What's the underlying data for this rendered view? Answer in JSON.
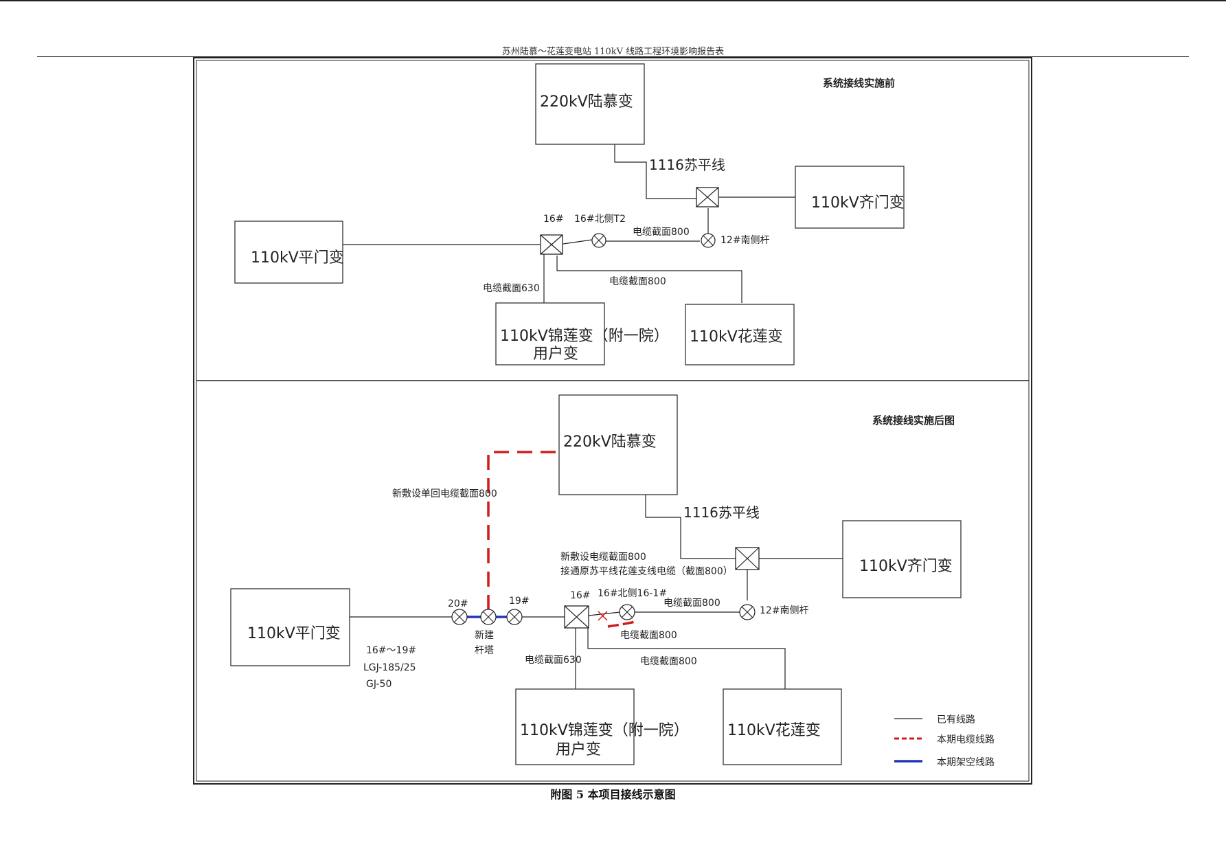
{
  "page_header": "苏州陆慕～花莲变电站 110kV 线路工程环境影响报告表",
  "caption": "附图 5  本项目接线示意图",
  "colors": {
    "existing_line": "#222222",
    "cable_line": "#d01c1c",
    "overhead_line": "#2233bb"
  },
  "before": {
    "title": "系统接线实施前",
    "stations": {
      "lumu": "220kV陆慕变",
      "qimen": "110kV齐门变",
      "pingmen": "110kV平门变",
      "jinlian_1": "110kV锦莲变（附一院）",
      "jinlian_2": "用户变",
      "hualian": "110kV花莲变"
    },
    "labels": {
      "suping": "1116苏平线",
      "n16": "16#",
      "n16_north": "16#北侧T2",
      "cable_800_a": "电缆截面800",
      "n12_south": "12#南侧杆",
      "cable_800_b": "电缆截面800",
      "cable_630": "电缆截面630"
    }
  },
  "after": {
    "title": "系统接线实施后图",
    "stations": {
      "lumu": "220kV陆慕变",
      "qimen": "110kV齐门变",
      "pingmen": "110kV平门变",
      "jinlian_1": "110kV锦莲变（附一院）",
      "jinlian_2": "用户变",
      "hualian": "110kV花莲变"
    },
    "labels": {
      "new_cable_single": "新敷设单回电缆截面800",
      "suping": "1116苏平线",
      "new_cable_1": "新敷设电缆截面800",
      "new_cable_2": "接通原苏平线花莲支线电缆（截面800）",
      "n20": "20#",
      "n19": "19#",
      "n16": "16#",
      "n16_north": "16#北侧16-1#",
      "cable_800_a": "电缆截面800",
      "n12_south": "12#南侧杆",
      "new_tower_1": "新建",
      "new_tower_2": "杆塔",
      "cable_800_red": "电缆截面800",
      "cable_630": "电缆截面630",
      "cable_800_b": "电缆截面800",
      "conductor_1": "16#～19#",
      "conductor_2": "LGJ-185/25",
      "conductor_3": "GJ-50"
    },
    "legend": [
      {
        "label": "已有线路",
        "style": "existing"
      },
      {
        "label": "本期电缆线路",
        "style": "cable"
      },
      {
        "label": "本期架空线路",
        "style": "overhead"
      }
    ]
  }
}
